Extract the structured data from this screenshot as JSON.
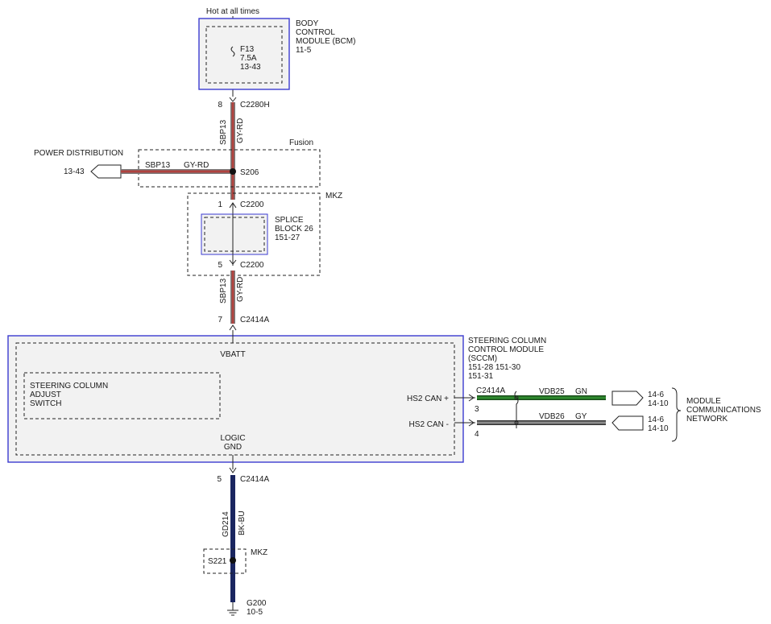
{
  "colors": {
    "gy_rd_core": "#b0433f",
    "gy_rd_edge": "#7a7a7a",
    "gn": "#2f8a2f",
    "gy": "#8c8c8c",
    "bk_bu": "#1a2660",
    "module_border": "#3b3bd0"
  },
  "top": {
    "hot_label": "Hot at all times",
    "bcm": {
      "name_lines": [
        "BODY",
        "CONTROL",
        "MODULE (BCM)"
      ],
      "ref": "11-5",
      "fuse": {
        "id": "F13",
        "rating": "7.5A",
        "ref": "13-43"
      }
    },
    "c2280h": {
      "pin": "8",
      "name": "C2280H"
    },
    "wire1": {
      "circuit": "SBP13",
      "color": "GY-RD"
    },
    "fusion_label": "Fusion",
    "power_distribution": {
      "label": "POWER DISTRIBUTION",
      "ref": "13-43",
      "circuit": "SBP13",
      "color": "GY-RD"
    },
    "s206": "S206"
  },
  "middle": {
    "mkz_label": "MKZ",
    "c2200_top": {
      "pin": "1",
      "name": "C2200"
    },
    "splice_block": {
      "lines": [
        "SPLICE",
        "BLOCK 26",
        "151-27"
      ]
    },
    "c2200_bottom": {
      "pin": "5",
      "name": "C2200"
    },
    "wire2": {
      "circuit": "SBP13",
      "color": "GY-RD"
    },
    "c2414a_top": {
      "pin": "7",
      "name": "C2414A"
    }
  },
  "sccm": {
    "name_lines": [
      "STEERING COLUMN",
      "CONTROL MODULE",
      "(SCCM)",
      "151-28  151-30",
      "151-31"
    ],
    "vbatt": "VBATT",
    "adjust_switch_lines": [
      "STEERING COLUMN",
      "ADJUST",
      "SWITCH"
    ],
    "logic_gnd_lines": [
      "LOGIC",
      "GND"
    ],
    "hs2_can_plus": "HS2 CAN +",
    "hs2_can_minus": "HS2 CAN -",
    "connector": "C2414A",
    "pin_plus": "3",
    "pin_minus": "4"
  },
  "network": {
    "vdb25": {
      "circuit": "VDB25",
      "color": "GN",
      "refs": [
        "14-6",
        "14-10"
      ]
    },
    "vdb26": {
      "circuit": "VDB26",
      "color": "GY",
      "refs": [
        "14-6",
        "14-10"
      ]
    },
    "label_lines": [
      "MODULE",
      "COMMUNICATIONS",
      "NETWORK"
    ]
  },
  "ground": {
    "c2414a": {
      "pin": "5",
      "name": "C2414A"
    },
    "wire": {
      "circuit": "GD214",
      "color": "BK-BU"
    },
    "s221": "S221",
    "mkz_label": "MKZ",
    "g200": {
      "name": "G200",
      "ref": "10-5"
    }
  }
}
